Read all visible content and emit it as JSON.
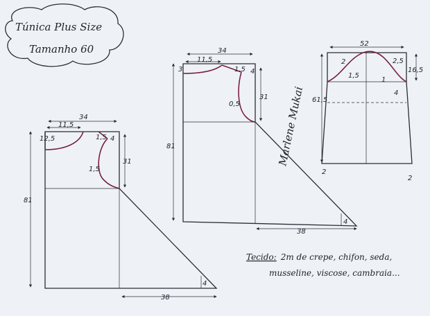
{
  "title": {
    "line1": "Túnica Plus Size",
    "line2": "Tamanho 60"
  },
  "front": {
    "width": "34",
    "neck": "11,5",
    "neck_depth": "12,5",
    "shoulder": "1,5",
    "shoulder_drop": "4",
    "armhole_depth": "31",
    "armhole_curve": "1,5",
    "length": "81",
    "hem": "38",
    "hem_rise": "4"
  },
  "back": {
    "width": "34",
    "neck": "11,5",
    "neck_depth": "3",
    "shoulder": "1,5",
    "shoulder_drop": "4",
    "armhole_depth": "31",
    "armhole_curve": "0,5",
    "length": "81",
    "hem": "38",
    "hem_rise": "4"
  },
  "sleeve": {
    "width": "52",
    "cap_height": "16,5",
    "length": "61,5",
    "left_offset": "2",
    "right_offset": "2,5",
    "cap_curve": "1,5",
    "right_curve": "1",
    "elbow_offset": "4",
    "bottom_left": "2",
    "bottom_right": "2"
  },
  "fabric": {
    "label": "Tecido:",
    "line1": "2m  de crepe, chifon, seda,",
    "line2": "musseline, viscose, cambraia..."
  },
  "signature": "Marlene Mukai"
}
